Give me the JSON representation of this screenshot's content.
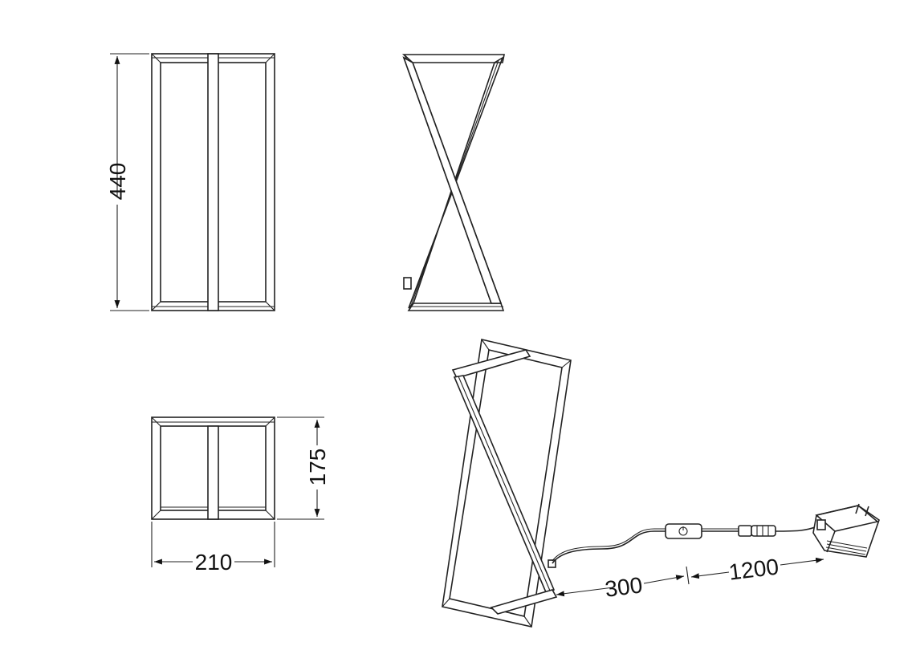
{
  "dimensions": {
    "height": "440",
    "depth": "175",
    "width": "210",
    "cable_to_switch": "300",
    "cable_to_adapter": "1200"
  }
}
